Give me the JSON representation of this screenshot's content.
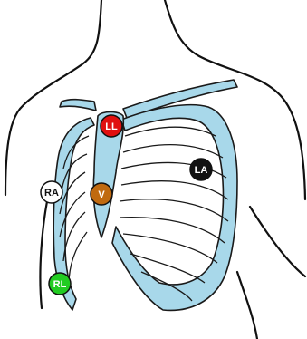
{
  "electrodes": [
    {
      "id": "ll",
      "label": "LL",
      "fill": "#e01010",
      "text": "#ffffff"
    },
    {
      "id": "la",
      "label": "LA",
      "fill": "#111111",
      "text": "#ffffff"
    },
    {
      "id": "ra",
      "label": "RA",
      "fill": "#ffffff",
      "text": "#111111"
    },
    {
      "id": "v",
      "label": "V",
      "fill": "#c06a10",
      "text": "#ffffff"
    },
    {
      "id": "rl",
      "label": "RL",
      "fill": "#22cc22",
      "text": "#ffffff"
    }
  ],
  "colors": {
    "bone": "#a8d8ea",
    "outline": "#111111",
    "background": "#ffffff"
  }
}
